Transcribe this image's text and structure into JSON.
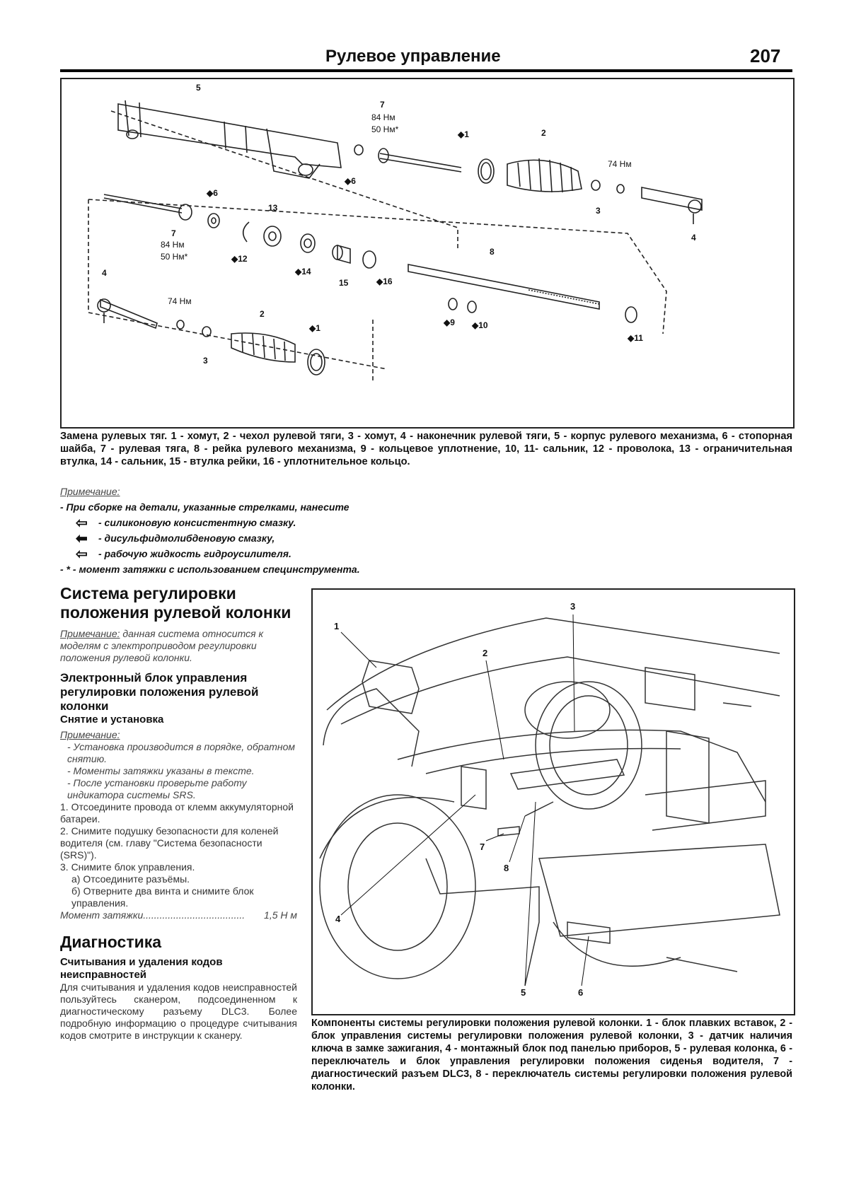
{
  "header": {
    "title": "Рулевое управление",
    "page_number": "207"
  },
  "figure1": {
    "labels": {
      "l5": "5",
      "l7a": "7",
      "l7a_t1": "84 Нм",
      "l7a_t2": "50 Нм*",
      "l1a": "◆1",
      "l2a": "2",
      "l74a": "74 Нм",
      "l3a": "3",
      "l4a": "4",
      "l6a": "◆6",
      "l6b": "◆6",
      "l7b": "7",
      "l7b_t1": "84 Нм",
      "l7b_t2": "50 Нм*",
      "l12": "◆12",
      "l13": "13",
      "l14": "◆14",
      "l15": "15",
      "l16": "◆16",
      "l8": "8",
      "l9": "◆9",
      "l10": "◆10",
      "l11": "◆11",
      "l4b": "4",
      "l74b": "74 Нм",
      "l2b": "2",
      "l1b": "◆1",
      "l3b": "3"
    },
    "caption": "Замена рулевых тяг. 1 - хомут, 2 - чехол рулевой тяги, 3 - хомут, 4 - наконечник рулевой тяги, 5 - корпус рулевого механизма, 6 - стопорная шайба, 7 - рулевая тяга, 8 - рейка рулевого механизма, 9 - кольцевое уплотнение, 10, 11- сальник, 12 - проволока, 13 - ограничительная втулка, 14 - сальник, 15 - втулка рейки, 16 - уплотнительное кольцо."
  },
  "notes": {
    "heading": "Примечание:",
    "line1": "- При сборке на детали, указанные стрелками, нанесите",
    "items": [
      {
        "icon": "outline-arrow-icon",
        "text": "- силиконовую консистентную смазку."
      },
      {
        "icon": "solid-arrow-icon",
        "text": "- дисульфидмолибденовую смазку,"
      },
      {
        "icon": "hollow-arrow-icon",
        "text": "- рабочую жидкость гидроусилителя."
      }
    ],
    "line_last": "- * - момент затяжки с использованием специнструмента."
  },
  "left_column": {
    "section_title": "Система регулировки положения рулевой колонки",
    "note1_label": "Примечание:",
    "note1_text": "данная система относится к моделям с электроприводом регулировки положения рулевой колонки.",
    "sub_title": "Электронный блок управления регулировки положения рулевой колонки",
    "sub_sub_title": "Снятие и установка",
    "note2_label": "Примечание:",
    "note2_items": [
      "- Установка производится в порядке, обратном снятию.",
      "- Моменты затяжки указаны в тексте.",
      "- После установки проверьте работу индикатора системы SRS."
    ],
    "steps": [
      "1. Отсоедините провода от клемм аккумуляторной батареи.",
      "2. Снимите подушку безопасности для коленей водителя (см. главу \"Система безопасности (SRS)\").",
      "3. Снимите блок управления.",
      "а) Отсоедините разъёмы.",
      "б) Отверните два винта и снимите блок управления."
    ],
    "torque_label": "Момент затяжки.....................................",
    "torque_value": "1,5 Н м",
    "diag_title": "Диагностика",
    "diag_sub": "Считывания и удаления кодов неисправностей",
    "diag_text": "Для считывания и удаления кодов неисправностей пользуйтесь сканером, подсоединенном к диагностическому разъему DLC3. Более подробную информацию о процедуре считывания кодов смотрите в инструкции к сканеру."
  },
  "figure2": {
    "labels": {
      "n1": "1",
      "n2": "2",
      "n3": "3",
      "n4": "4",
      "n5": "5",
      "n6": "6",
      "n7": "7",
      "n8": "8"
    },
    "caption": "Компоненты системы регулировки положения рулевой колонки. 1 - блок плавких вставок, 2 - блок управления системы регулировки положения рулевой колонки, 3 - датчик наличия ключа в замке зажигания, 4 - монтажный блок под панелью приборов, 5 - рулевая колонка, 6 - переключатель и блок управления регулировки положения сиденья водителя, 7 - диагностический разъем DLC3, 8 - переключатель системы регулировки положения рулевой колонки."
  }
}
